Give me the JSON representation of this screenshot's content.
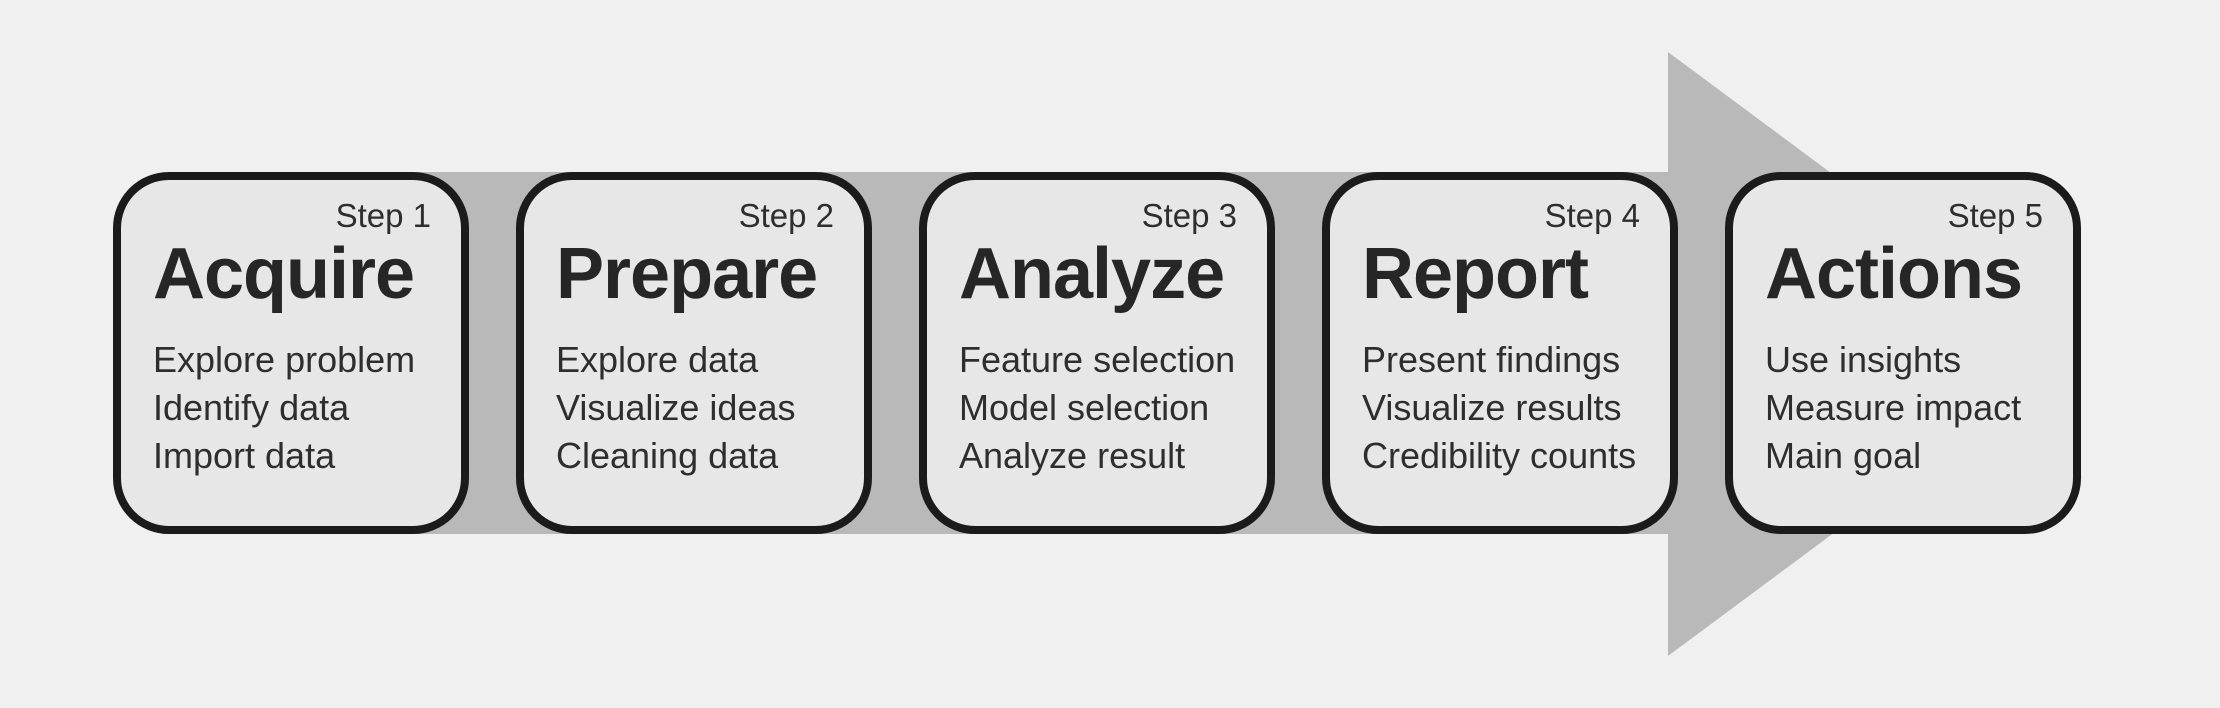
{
  "diagram": {
    "type": "process-flow",
    "direction": "left-to-right",
    "steps": [
      {
        "step_label": "Step 1",
        "title": "Acquire",
        "items": [
          "Explore problem",
          "Identify data",
          "Import data"
        ]
      },
      {
        "step_label": "Step 2",
        "title": "Prepare",
        "items": [
          "Explore data",
          "Visualize ideas",
          "Cleaning data"
        ]
      },
      {
        "step_label": "Step 3",
        "title": "Analyze",
        "items": [
          "Feature selection",
          "Model selection",
          "Analyze result"
        ]
      },
      {
        "step_label": "Step 4",
        "title": "Report",
        "items": [
          "Present findings",
          "Visualize results",
          "Credibility counts"
        ]
      },
      {
        "step_label": "Step 5",
        "title": "Actions",
        "items": [
          "Use insights",
          "Measure impact",
          "Main goal"
        ]
      }
    ],
    "colors": {
      "background": "#f0f0f1",
      "arrow": "#b9b9b9",
      "card_fill": "#e7e7e7",
      "card_border": "#1b1b1b",
      "title_text": "#262626",
      "body_text": "#2e2e2e"
    }
  }
}
